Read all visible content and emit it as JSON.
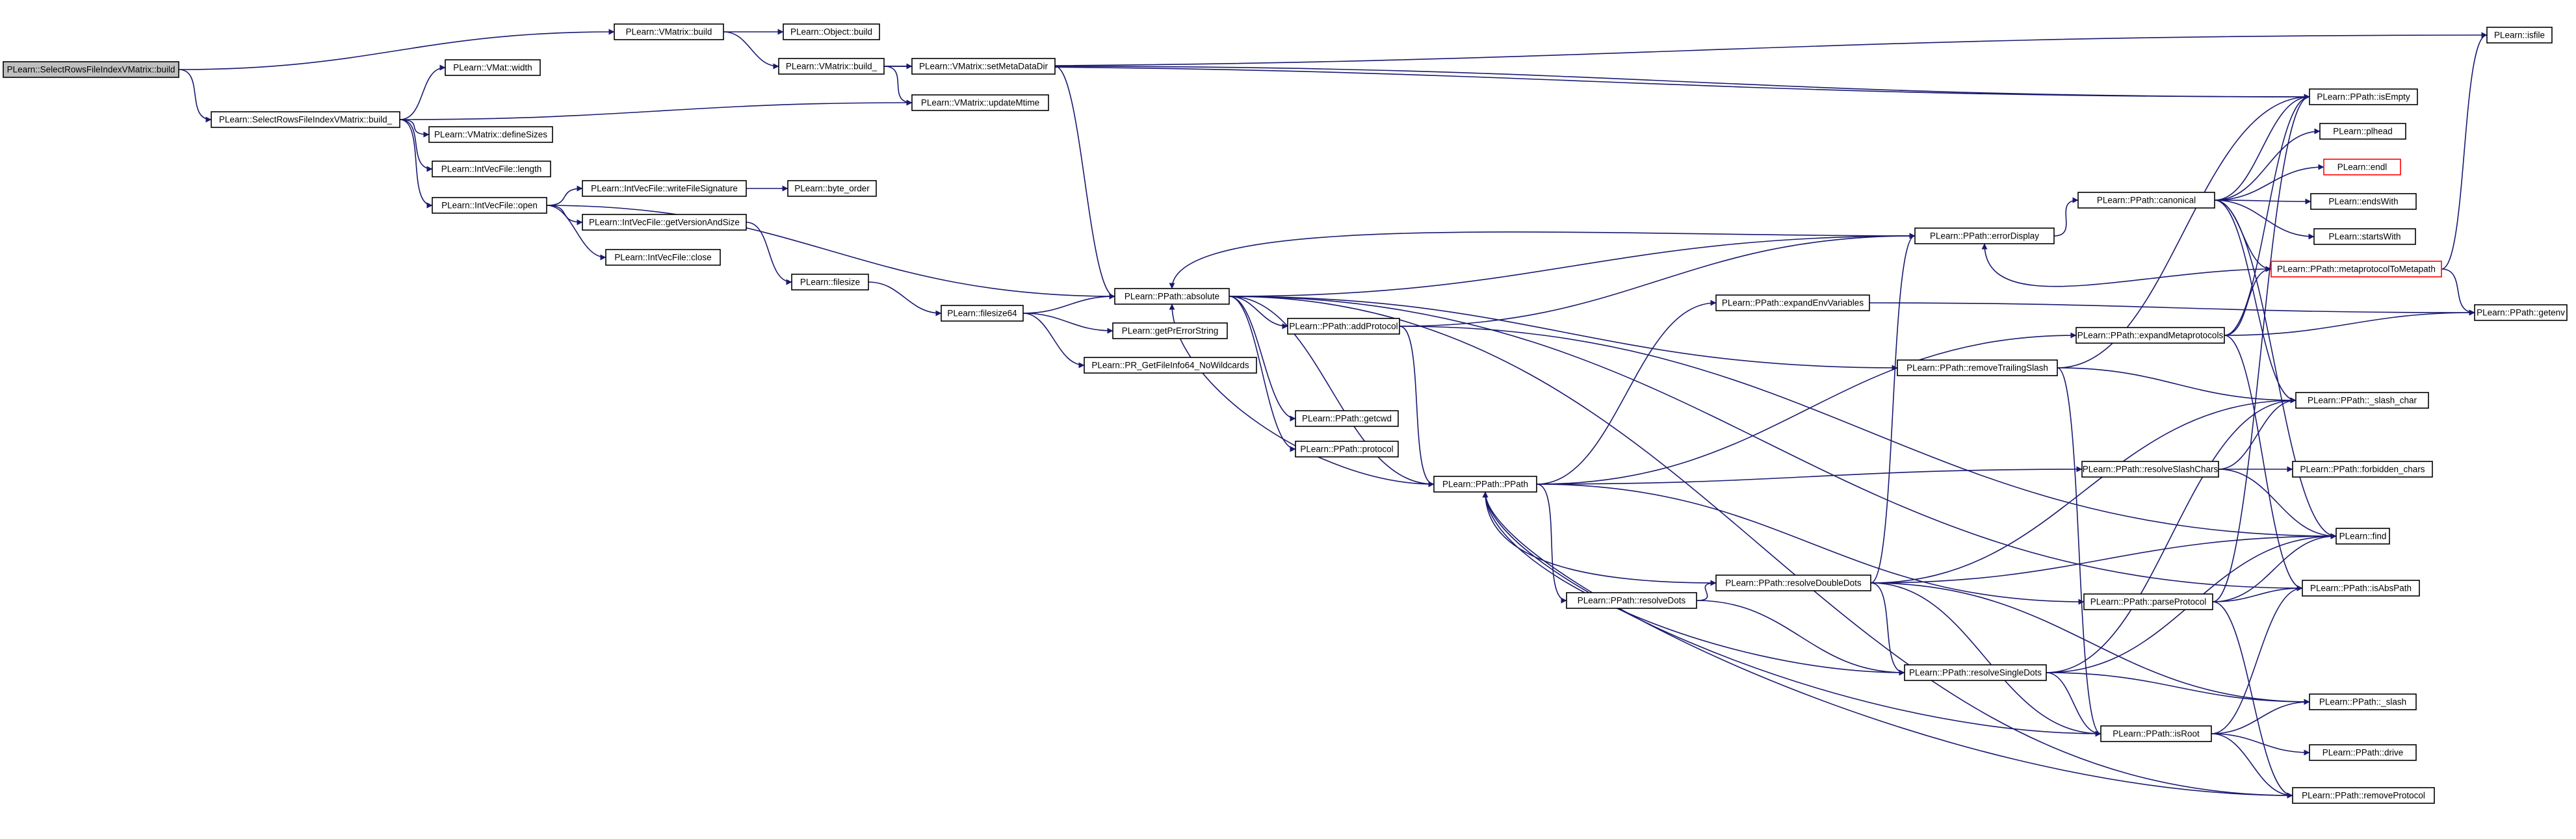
{
  "colors": {
    "edge": "#191970",
    "node_border": "#000000",
    "highlight_fill": "#bfbfbf",
    "highlight_border": "#000000",
    "truncated_border": "#ff0000",
    "background": "#ffffff"
  },
  "nodes": [
    {
      "id": "n0",
      "label": "PLearn::SelectRowsFileIndexVMatrix::build",
      "style": "highlight"
    },
    {
      "id": "n1",
      "label": "PLearn::VMatrix::build"
    },
    {
      "id": "n2",
      "label": "PLearn::Object::build"
    },
    {
      "id": "n3",
      "label": "PLearn::VMatrix::build_"
    },
    {
      "id": "n4",
      "label": "PLearn::VMatrix::setMetaDataDir"
    },
    {
      "id": "n5",
      "label": "PLearn::isfile"
    },
    {
      "id": "n6",
      "label": "PLearn::VMat::width"
    },
    {
      "id": "n7",
      "label": "PLearn::SelectRowsFileIndexVMatrix::build_"
    },
    {
      "id": "n8",
      "label": "PLearn::VMatrix::updateMtime"
    },
    {
      "id": "n9",
      "label": "PLearn::PPath::isEmpty"
    },
    {
      "id": "n10",
      "label": "PLearn::VMatrix::defineSizes"
    },
    {
      "id": "n11",
      "label": "PLearn::plhead"
    },
    {
      "id": "n12",
      "label": "PLearn::IntVecFile::length"
    },
    {
      "id": "n13",
      "label": "PLearn::endl",
      "style": "truncated"
    },
    {
      "id": "n14",
      "label": "PLearn::IntVecFile::writeFileSignature"
    },
    {
      "id": "n15",
      "label": "PLearn::byte_order"
    },
    {
      "id": "n16",
      "label": "PLearn::IntVecFile::open"
    },
    {
      "id": "n17",
      "label": "PLearn::PPath::canonical"
    },
    {
      "id": "n18",
      "label": "PLearn::endsWith"
    },
    {
      "id": "n19",
      "label": "PLearn::IntVecFile::getVersionAndSize"
    },
    {
      "id": "n20",
      "label": "PLearn::PPath::errorDisplay"
    },
    {
      "id": "n21",
      "label": "PLearn::startsWith"
    },
    {
      "id": "n22",
      "label": "PLearn::IntVecFile::close"
    },
    {
      "id": "n23",
      "label": "PLearn::PPath::metaprotocolToMetapath",
      "style": "truncated"
    },
    {
      "id": "n24",
      "label": "PLearn::filesize"
    },
    {
      "id": "n25",
      "label": "PLearn::PPath::absolute"
    },
    {
      "id": "n26",
      "label": "PLearn::PPath::expandEnvVariables"
    },
    {
      "id": "n27",
      "label": "PLearn::PPath::getenv"
    },
    {
      "id": "n28",
      "label": "PLearn::filesize64"
    },
    {
      "id": "n29",
      "label": "PLearn::PPath::addProtocol"
    },
    {
      "id": "n30",
      "label": "PLearn::PPath::expandMetaprotocols"
    },
    {
      "id": "n31",
      "label": "PLearn::getPrErrorString"
    },
    {
      "id": "n32",
      "label": "PLearn::PPath::removeTrailingSlash"
    },
    {
      "id": "n33",
      "label": "PLearn::PR_GetFileInfo64_NoWildcards"
    },
    {
      "id": "n34",
      "label": "PLearn::PPath::_slash_char"
    },
    {
      "id": "n35",
      "label": "PLearn::PPath::getcwd"
    },
    {
      "id": "n36",
      "label": "PLearn::PPath::protocol"
    },
    {
      "id": "n37",
      "label": "PLearn::PPath::resolveSlashChars"
    },
    {
      "id": "n38",
      "label": "PLearn::PPath::forbidden_chars"
    },
    {
      "id": "n39",
      "label": "PLearn::PPath::PPath"
    },
    {
      "id": "n40",
      "label": "PLearn::find"
    },
    {
      "id": "n41",
      "label": "PLearn::PPath::resolveDoubleDots"
    },
    {
      "id": "n42",
      "label": "PLearn::PPath::isAbsPath"
    },
    {
      "id": "n43",
      "label": "PLearn::PPath::resolveDots"
    },
    {
      "id": "n44",
      "label": "PLearn::PPath::parseProtocol"
    },
    {
      "id": "n45",
      "label": "PLearn::PPath::resolveSingleDots"
    },
    {
      "id": "n46",
      "label": "PLearn::PPath::_slash"
    },
    {
      "id": "n47",
      "label": "PLearn::PPath::isRoot"
    },
    {
      "id": "n48",
      "label": "PLearn::PPath::drive"
    },
    {
      "id": "n49",
      "label": "PLearn::PPath::removeProtocol"
    }
  ],
  "edges": [
    [
      "n0",
      "n1"
    ],
    [
      "n0",
      "n7"
    ],
    [
      "n1",
      "n2"
    ],
    [
      "n1",
      "n3"
    ],
    [
      "n3",
      "n4"
    ],
    [
      "n3",
      "n5"
    ],
    [
      "n3",
      "n8"
    ],
    [
      "n3",
      "n9"
    ],
    [
      "n4",
      "n25"
    ],
    [
      "n4",
      "n9"
    ],
    [
      "n7",
      "n6"
    ],
    [
      "n7",
      "n8"
    ],
    [
      "n7",
      "n10"
    ],
    [
      "n7",
      "n12"
    ],
    [
      "n7",
      "n16"
    ],
    [
      "n16",
      "n14"
    ],
    [
      "n16",
      "n19"
    ],
    [
      "n16",
      "n22"
    ],
    [
      "n16",
      "n25"
    ],
    [
      "n14",
      "n15"
    ],
    [
      "n19",
      "n24"
    ],
    [
      "n24",
      "n28"
    ],
    [
      "n28",
      "n25"
    ],
    [
      "n28",
      "n31"
    ],
    [
      "n28",
      "n33"
    ],
    [
      "n25",
      "n29"
    ],
    [
      "n25",
      "n35"
    ],
    [
      "n25",
      "n36"
    ],
    [
      "n25",
      "n39"
    ],
    [
      "n25",
      "n20"
    ],
    [
      "n25",
      "n32"
    ],
    [
      "n25",
      "n42"
    ],
    [
      "n25",
      "n49"
    ],
    [
      "n29",
      "n39"
    ],
    [
      "n29",
      "n20"
    ],
    [
      "n29",
      "n40"
    ],
    [
      "n20",
      "n17"
    ],
    [
      "n20",
      "n25"
    ],
    [
      "n17",
      "n9"
    ],
    [
      "n17",
      "n11"
    ],
    [
      "n17",
      "n13"
    ],
    [
      "n17",
      "n18"
    ],
    [
      "n17",
      "n21"
    ],
    [
      "n17",
      "n23"
    ],
    [
      "n17",
      "n34"
    ],
    [
      "n17",
      "n40"
    ],
    [
      "n23",
      "n5"
    ],
    [
      "n23",
      "n27"
    ],
    [
      "n23",
      "n20"
    ],
    [
      "n26",
      "n27"
    ],
    [
      "n30",
      "n23"
    ],
    [
      "n30",
      "n27"
    ],
    [
      "n30",
      "n9"
    ],
    [
      "n30",
      "n42"
    ],
    [
      "n32",
      "n9"
    ],
    [
      "n32",
      "n34"
    ],
    [
      "n32",
      "n47"
    ],
    [
      "n39",
      "n26"
    ],
    [
      "n39",
      "n30"
    ],
    [
      "n39",
      "n37"
    ],
    [
      "n39",
      "n43"
    ],
    [
      "n39",
      "n44"
    ],
    [
      "n39",
      "n25"
    ],
    [
      "n37",
      "n34"
    ],
    [
      "n37",
      "n38"
    ],
    [
      "n37",
      "n40"
    ],
    [
      "n43",
      "n41"
    ],
    [
      "n43",
      "n45"
    ],
    [
      "n41",
      "n20"
    ],
    [
      "n41",
      "n34"
    ],
    [
      "n41",
      "n40"
    ],
    [
      "n41",
      "n45"
    ],
    [
      "n41",
      "n46"
    ],
    [
      "n41",
      "n47"
    ],
    [
      "n41",
      "n39"
    ],
    [
      "n44",
      "n9"
    ],
    [
      "n44",
      "n40"
    ],
    [
      "n44",
      "n42"
    ],
    [
      "n44",
      "n49"
    ],
    [
      "n45",
      "n40"
    ],
    [
      "n45",
      "n46"
    ],
    [
      "n45",
      "n47"
    ],
    [
      "n45",
      "n39"
    ],
    [
      "n45",
      "n34"
    ],
    [
      "n47",
      "n42"
    ],
    [
      "n47",
      "n46"
    ],
    [
      "n47",
      "n48"
    ],
    [
      "n47",
      "n49"
    ],
    [
      "n47",
      "n39"
    ],
    [
      "n49",
      "n39"
    ]
  ]
}
